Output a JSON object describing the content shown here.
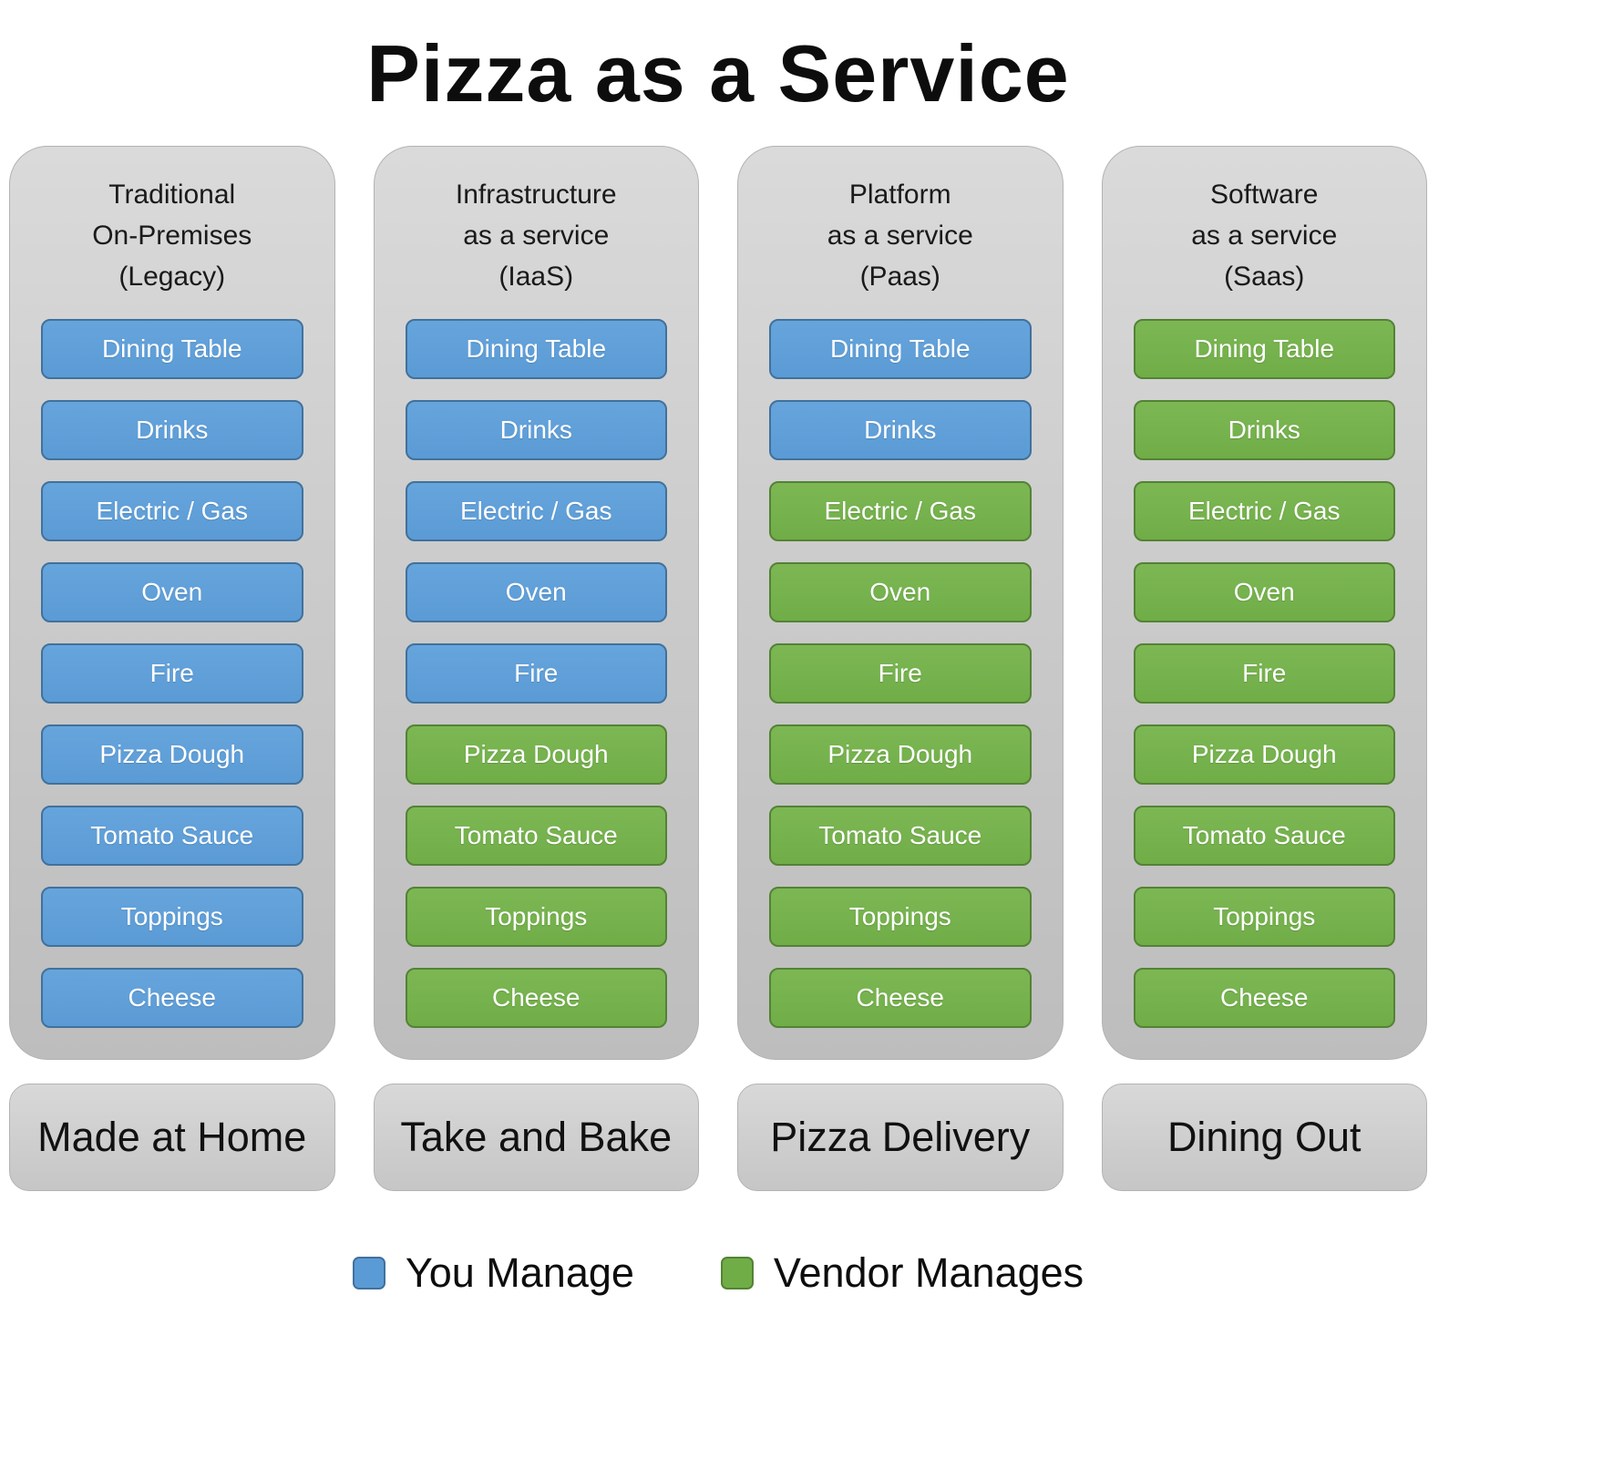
{
  "title": "Pizza as a Service",
  "items": [
    "Dining Table",
    "Drinks",
    "Electric / Gas",
    "Oven",
    "Fire",
    "Pizza Dough",
    "Tomato Sauce",
    "Toppings",
    "Cheese"
  ],
  "columns": [
    {
      "header": "Traditional\nOn-Premises\n(Legacy)",
      "footer": "Made at Home",
      "vendor_manages_from_index": 9
    },
    {
      "header": "Infrastructure\nas a service\n(IaaS)",
      "footer": "Take and Bake",
      "vendor_manages_from_index": 5
    },
    {
      "header": "Platform\nas a service\n(Paas)",
      "footer": "Pizza Delivery",
      "vendor_manages_from_index": 2
    },
    {
      "header": "Software\nas a service\n(Saas)",
      "footer": "Dining Out",
      "vendor_manages_from_index": 0
    }
  ],
  "legend": [
    {
      "label": "You Manage",
      "color_hex": "#5b9bd5"
    },
    {
      "label": "Vendor Manages",
      "color_hex": "#70ad47"
    }
  ],
  "colors": {
    "you_manage_fill": "#5b9bd5",
    "you_manage_fill_light": "#66a4dc",
    "you_manage_border": "#41719c",
    "vendor_manages_fill": "#70ad47",
    "vendor_manages_fill_light": "#7cb754",
    "vendor_manages_border": "#548235",
    "panel_fill": "#c9c9c9"
  }
}
